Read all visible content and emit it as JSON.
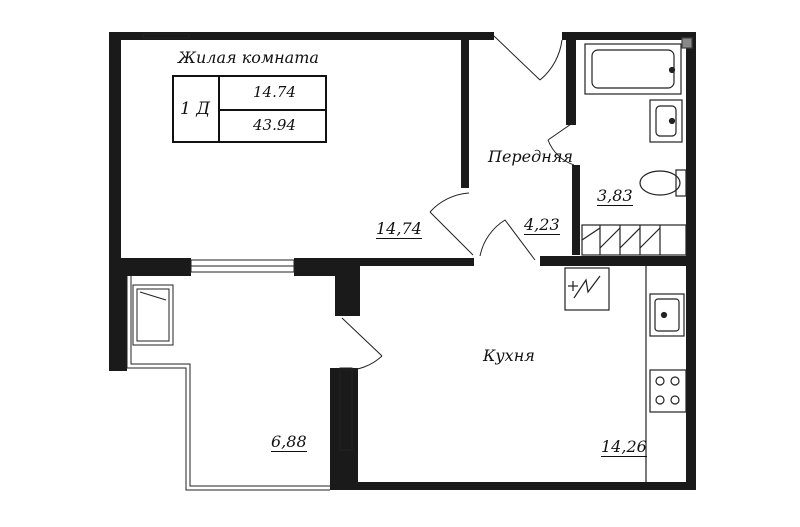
{
  "rooms": {
    "living": {
      "name": "Жилая комната",
      "area": "14,74"
    },
    "hall": {
      "name": "Передняя",
      "area": "4,23"
    },
    "bath": {
      "area": "3,83"
    },
    "balcony": {
      "area": "6,88"
    },
    "kitchen": {
      "name": "Кухня",
      "area": "14,26"
    }
  },
  "summary": {
    "type": "1 Д",
    "living_area": "14.74",
    "total_area": "43.94"
  },
  "colors": {
    "wall": "#1a1a1a",
    "line": "#222222",
    "background": "#ffffff"
  },
  "icons": [
    "electrical-panel-icon",
    "sink-icon",
    "stove-icon",
    "toilet-icon",
    "bathtub-icon"
  ]
}
